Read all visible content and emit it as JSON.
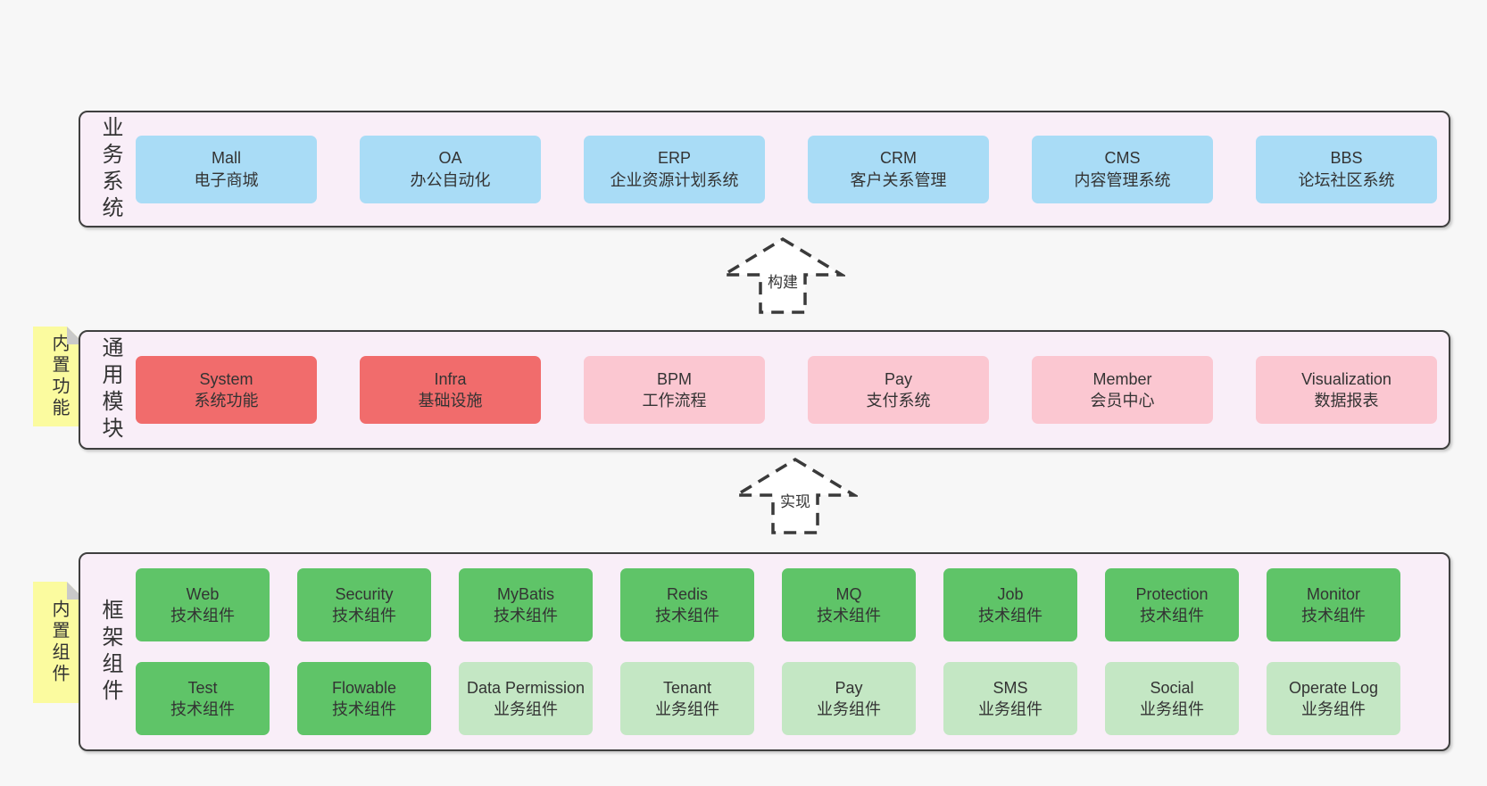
{
  "colors": {
    "page_bg": "#f7f7f7",
    "panel_fill": "#f9eef8",
    "panel_border": "#3f3f3f",
    "blue_box": "#a9dcf6",
    "red_box": "#f16c6c",
    "pink_box": "#fbc7d1",
    "green_box": "#5fc468",
    "light_green_box": "#c4e7c4",
    "note_yellow": "#fbfb9f",
    "note_fold_gray": "#c9c9c9",
    "text": "#333333"
  },
  "notes": [
    {
      "text": "内置功能"
    },
    {
      "text": "内置组件"
    }
  ],
  "arrows": [
    {
      "label": "构建"
    },
    {
      "label": "实现"
    }
  ],
  "sections": [
    {
      "label": "业务系统",
      "rows": [
        [
          {
            "title": "Mall",
            "subtitle": "电子商城",
            "variant": "blue"
          },
          {
            "title": "OA",
            "subtitle": "办公自动化",
            "variant": "blue"
          },
          {
            "title": "ERP",
            "subtitle": "企业资源计划系统",
            "variant": "blue"
          },
          {
            "title": "CRM",
            "subtitle": "客户关系管理",
            "variant": "blue"
          },
          {
            "title": "CMS",
            "subtitle": "内容管理系统",
            "variant": "blue"
          },
          {
            "title": "BBS",
            "subtitle": "论坛社区系统",
            "variant": "blue"
          }
        ]
      ]
    },
    {
      "label": "通用模块",
      "rows": [
        [
          {
            "title": "System",
            "subtitle": "系统功能",
            "variant": "red"
          },
          {
            "title": "Infra",
            "subtitle": "基础设施",
            "variant": "red"
          },
          {
            "title": "BPM",
            "subtitle": "工作流程",
            "variant": "pink"
          },
          {
            "title": "Pay",
            "subtitle": "支付系统",
            "variant": "pink"
          },
          {
            "title": "Member",
            "subtitle": "会员中心",
            "variant": "pink"
          },
          {
            "title": "Visualization",
            "subtitle": "数据报表",
            "variant": "pink"
          }
        ]
      ]
    },
    {
      "label": "框架组件",
      "rows": [
        [
          {
            "title": "Web",
            "subtitle": "技术组件",
            "variant": "green"
          },
          {
            "title": "Security",
            "subtitle": "技术组件",
            "variant": "green"
          },
          {
            "title": "MyBatis",
            "subtitle": "技术组件",
            "variant": "green"
          },
          {
            "title": "Redis",
            "subtitle": "技术组件",
            "variant": "green"
          },
          {
            "title": "MQ",
            "subtitle": "技术组件",
            "variant": "green"
          },
          {
            "title": "Job",
            "subtitle": "技术组件",
            "variant": "green"
          },
          {
            "title": "Protection",
            "subtitle": "技术组件",
            "variant": "green"
          },
          {
            "title": "Monitor",
            "subtitle": "技术组件",
            "variant": "green"
          }
        ],
        [
          {
            "title": "Test",
            "subtitle": "技术组件",
            "variant": "green"
          },
          {
            "title": "Flowable",
            "subtitle": "技术组件",
            "variant": "green"
          },
          {
            "title": "Data Permission",
            "subtitle": "业务组件",
            "variant": "green-light"
          },
          {
            "title": "Tenant",
            "subtitle": "业务组件",
            "variant": "green-light"
          },
          {
            "title": "Pay",
            "subtitle": "业务组件",
            "variant": "green-light"
          },
          {
            "title": "SMS",
            "subtitle": "业务组件",
            "variant": "green-light"
          },
          {
            "title": "Social",
            "subtitle": "业务组件",
            "variant": "green-light"
          },
          {
            "title": "Operate Log",
            "subtitle": "业务组件",
            "variant": "green-light"
          }
        ]
      ]
    }
  ]
}
